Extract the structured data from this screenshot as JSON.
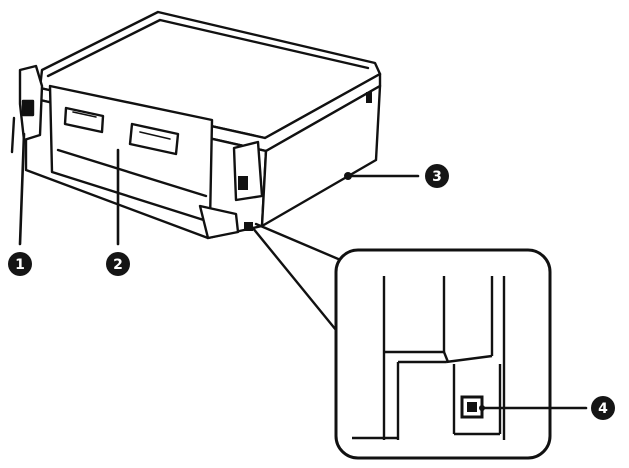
{
  "colors": {
    "ink": "#111111",
    "paper": "#ffffff",
    "badge_fill": "#151515",
    "badge_text": "#ffffff"
  },
  "callouts": [
    {
      "label": "1",
      "part": "left-side-port-edge"
    },
    {
      "label": "2",
      "part": "rear-cover"
    },
    {
      "label": "3",
      "part": "right-side-edge"
    },
    {
      "label": "4",
      "part": "usb-port"
    }
  ]
}
